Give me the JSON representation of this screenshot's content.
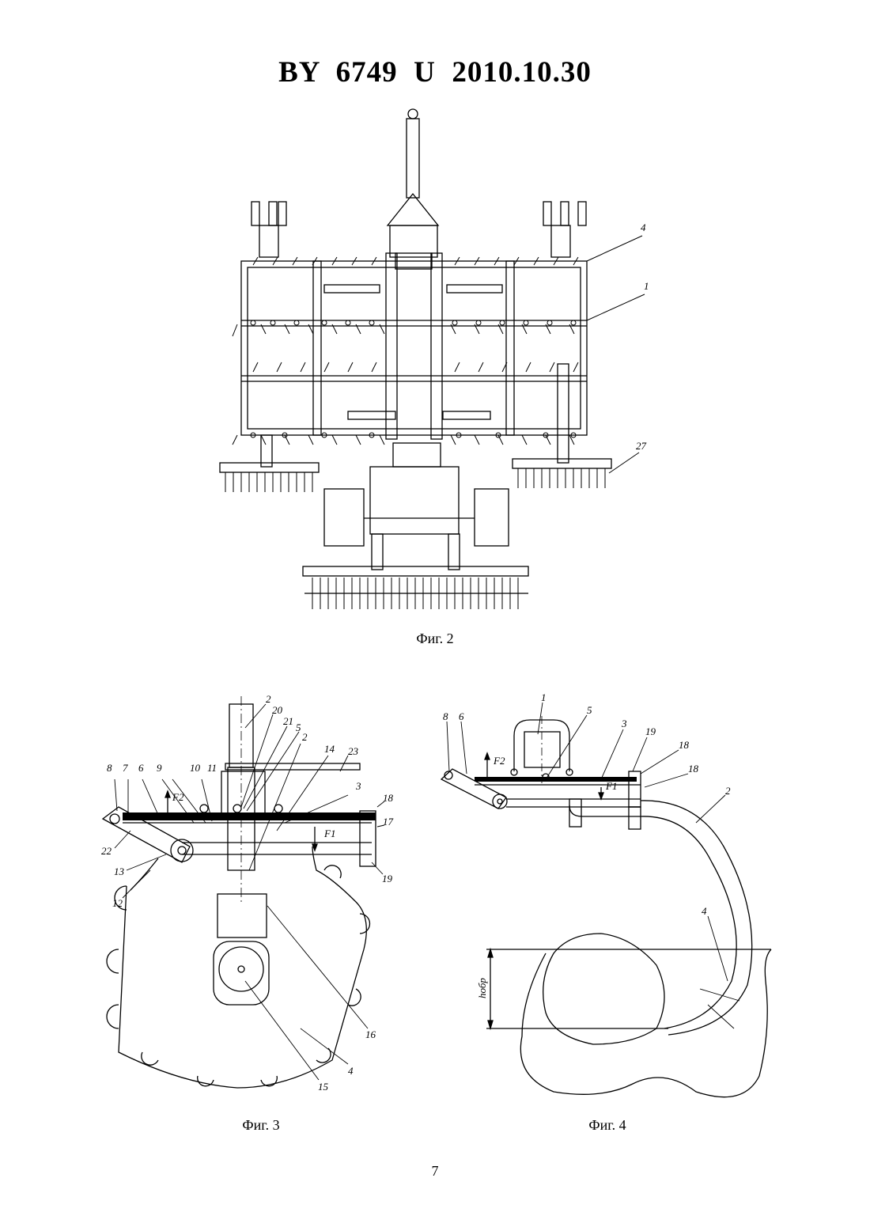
{
  "header": {
    "title": "BY  6749  U  2010.10.30"
  },
  "figures": [
    {
      "caption": "Фиг. 2",
      "labels": [
        "4",
        "1",
        "27"
      ]
    },
    {
      "caption": "Фиг. 3",
      "labels": [
        "2",
        "20",
        "21",
        "5",
        "2",
        "14",
        "23",
        "8",
        "7",
        "6",
        "9",
        "10",
        "11",
        "3",
        "18",
        "17",
        "19",
        "22",
        "13",
        "12",
        "16",
        "15",
        "4"
      ],
      "force_labels": [
        "F2",
        "F1"
      ]
    },
    {
      "caption": "Фиг. 4",
      "labels": [
        "1",
        "5",
        "3",
        "19",
        "18",
        "18",
        "2",
        "8",
        "6",
        "4"
      ],
      "force_labels": [
        "F2",
        "F1"
      ],
      "depth_label": "hобр"
    }
  ],
  "page_number": "7"
}
